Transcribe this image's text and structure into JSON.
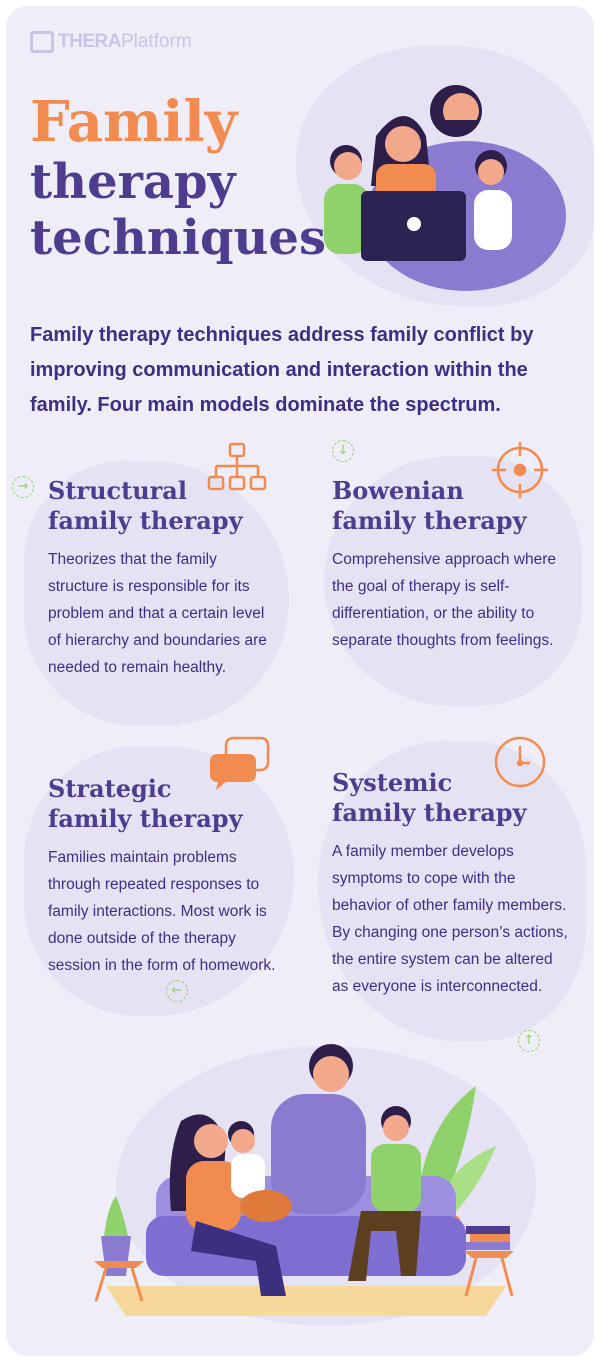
{
  "brand": {
    "prefix": "THERA",
    "suffix": "Platform"
  },
  "title": {
    "line1": "Family",
    "line2": "therapy",
    "line3": "techniques"
  },
  "intro": "Family therapy techniques address family conflict by improving communication and interaction within the family. Four main models dominate the spectrum.",
  "sections": [
    {
      "title_line1": "Structural",
      "title_line2": "family therapy",
      "body": "Theorizes that the family structure is responsible for its problem and that a certain level of hierarchy and boundaries are needed to remain healthy.",
      "icon": "hierarchy-icon"
    },
    {
      "title_line1": "Bowenian",
      "title_line2": "family therapy",
      "body": "Comprehensive approach where the goal of therapy is self-differentiation, or the ability to separate thoughts from feelings.",
      "icon": "target-icon"
    },
    {
      "title_line1": "Strategic",
      "title_line2": "family therapy",
      "body": "Families maintain problems through repeated responses to family interactions. Most work is done outside of the therapy session in the form of homework.",
      "icon": "speech-bubbles-icon"
    },
    {
      "title_line1": "Systemic",
      "title_line2": "family therapy",
      "body": "A family member develops symptoms to cope with the behavior of other family members. By changing one person’s actions, the entire system can be altered as everyone is interconnected.",
      "icon": "clock-icon"
    }
  ],
  "colors": {
    "orange": "#f28b4f",
    "purple": "#4e3d8f",
    "green": "#8fd16a",
    "background": "#efedf8"
  }
}
